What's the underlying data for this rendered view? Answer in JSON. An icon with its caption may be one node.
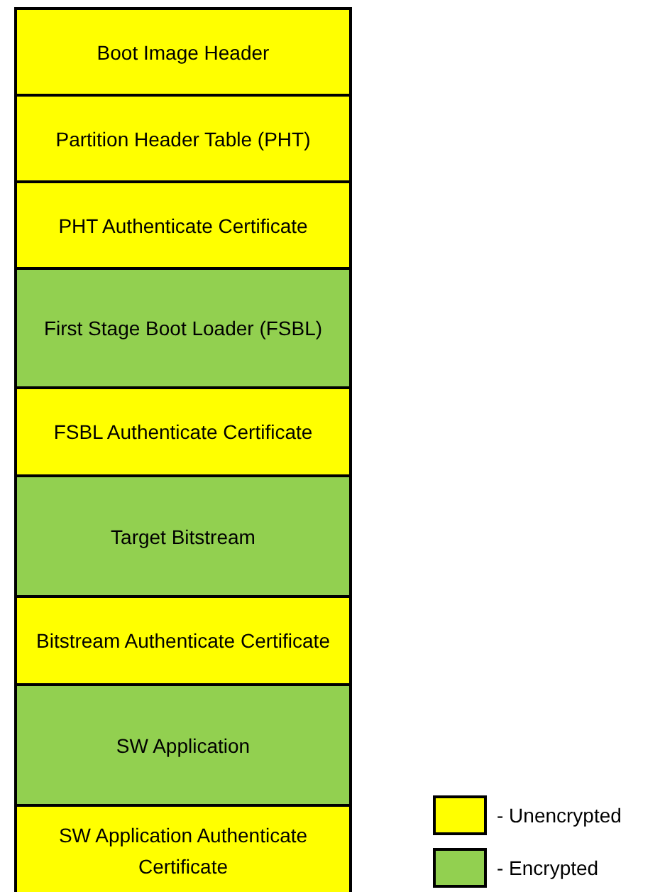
{
  "diagram": {
    "nodes": [
      {
        "text": [
          "Boot Image Header"
        ]
      },
      {
        "text": [
          "Partition Header Table (PHT)"
        ]
      },
      {
        "text": [
          "PHT Authenticate Certificate"
        ]
      },
      {
        "text": [
          "First Stage Boot Loader (FSBL)"
        ]
      },
      {
        "text": [
          "FSBL Authenticate Certificate"
        ]
      },
      {
        "text": [
          "Target Bitstream"
        ]
      },
      {
        "text": [
          "Bitstream Authenticate Certificate"
        ]
      },
      {
        "text": [
          "SW Application"
        ]
      },
      {
        "text": [
          "SW Application Authenticate Certificate"
        ]
      }
    ],
    "legend": [
      {
        "text": "- Unencrypted",
        "color": "#ffff00"
      },
      {
        "text": "- Encrypted",
        "color": "#92d050"
      }
    ]
  }
}
